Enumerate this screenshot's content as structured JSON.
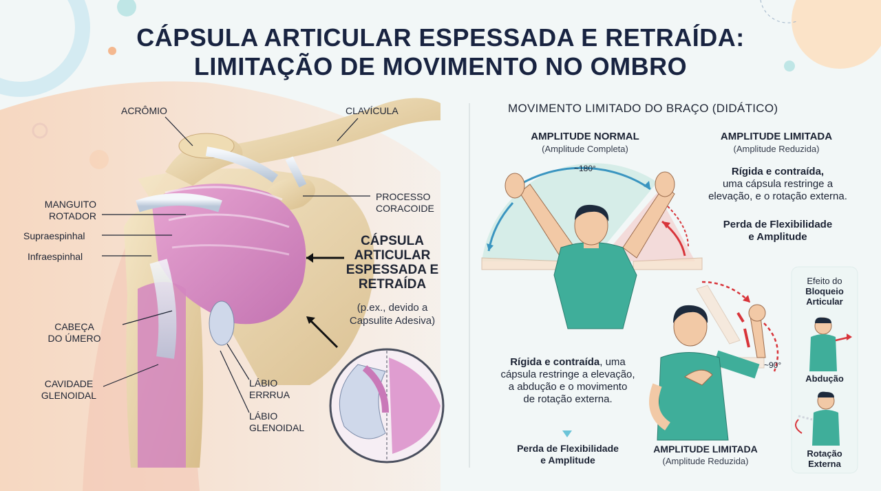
{
  "title": {
    "line1": "CÁPSULA ARTICULAR ESPESSADA E RETRAÍDA:",
    "line2": "LIMITAÇÃO DE MOVIMENTO NO OMBRO"
  },
  "anatomy": {
    "acromio": "ACRÔMIO",
    "clavicula": "CLAVÍCULA",
    "processo_coracoide": [
      "PROCESSO",
      "CORACOIDE"
    ],
    "manguito_rotador": [
      "MANGUITO",
      "ROTADOR"
    ],
    "supraespinhal": "Supraespinhal",
    "infraespinhal": "Infraespinhal",
    "cabeca_umero": [
      "CABEÇA",
      "DO ÚMERO"
    ],
    "cavidade_glenoidal": [
      "CAVIDADE",
      "GLENOIDAL"
    ],
    "labio_1": [
      "LÁBIO",
      "ERRRUA"
    ],
    "labio_2": [
      "LÁBIO",
      "GLENOIDAL"
    ],
    "capsula": [
      "CÁPSULA",
      "ARTICULAR",
      "ESPESSADA E",
      "RETRAÍDA"
    ],
    "capsula_note": [
      "(p.ex., devido a",
      "Capsulite Adesiva)"
    ]
  },
  "movement": {
    "section_title": "MOVIMENTO LIMITADO DO BRAÇO (DIDÁTICO)",
    "normal_title": "AMPLITUDE NORMAL",
    "normal_sub": "(Amplitude Completa)",
    "limited_title": "AMPLITUDE LIMITADA",
    "limited_sub": "(Amplitude Reduzida)",
    "angle_normal": "~180°",
    "angle_limited": "~90°",
    "limited_desc": [
      "Rígida e contraída,",
      "uma cápsula restringe a",
      "elevação, e o rotação externa."
    ],
    "loss_top": [
      "Perda de Flexibilidade",
      "e Amplitude"
    ],
    "lower_desc_bold": "Rígida e contraída",
    "lower_desc_rest": [
      ", uma",
      "cápsula restringe a elevação,",
      "a abdução e o movimento",
      "de rotação externa."
    ],
    "loss_bottom": [
      "Perda de Flexibilidade",
      "e Amplitude"
    ],
    "lower_limited_title": "AMPLITUDE LIMITADA",
    "lower_limited_sub": "(Amplitude Reduzida)"
  },
  "side_panel": {
    "title": [
      "Efeito do",
      "Bloqueio",
      "Articular"
    ],
    "abducao": "Abdução",
    "rotacao": [
      "Rotação",
      "Externa"
    ]
  },
  "colors": {
    "title": "#182340",
    "capsule": "#d98cc8",
    "bone": "#ecd9b2",
    "normal_arrow": "#3a95c0",
    "limited_arrow": "#d8343a",
    "shirt": "#3fae9a"
  }
}
